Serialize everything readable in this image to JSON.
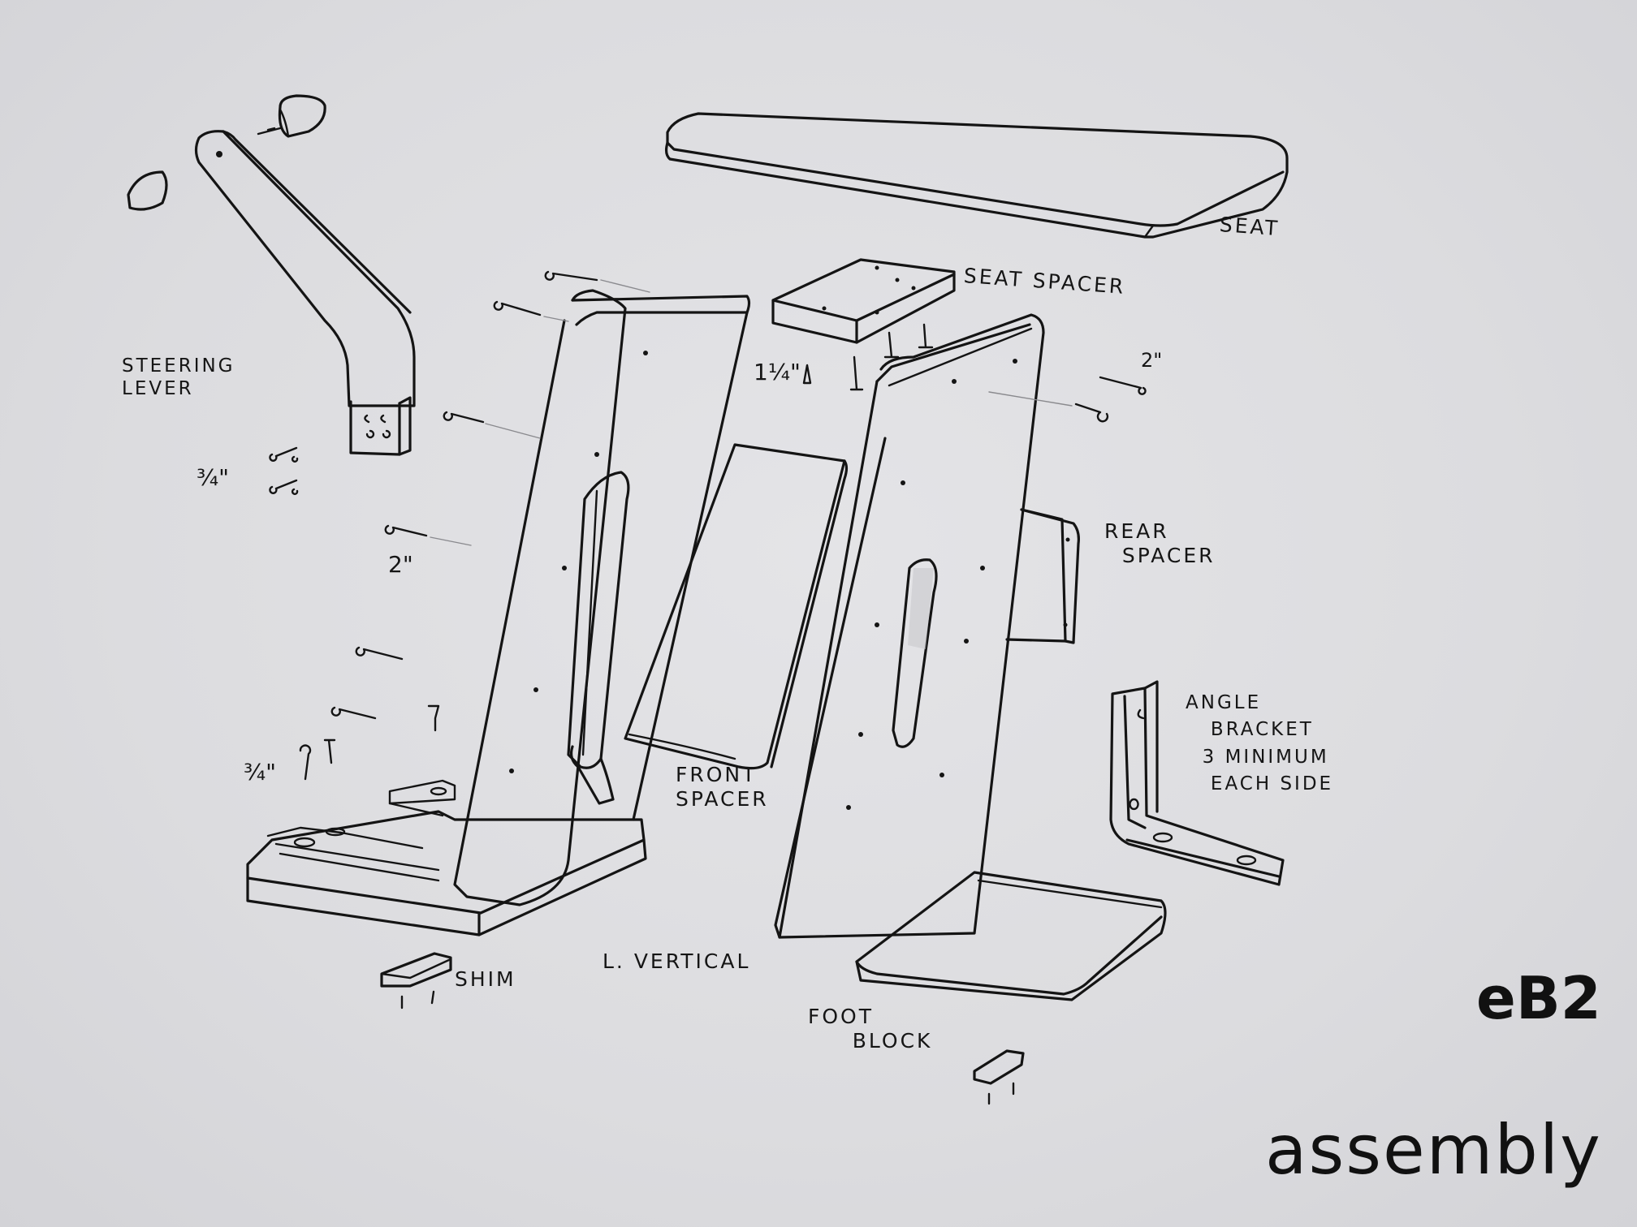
{
  "drawing": {
    "title": "eB2",
    "subtitle": "assembly",
    "ink_color": "#141414",
    "paper_color": "#dcdcdf"
  },
  "labels": {
    "seat": "SEAT",
    "seat_spacer": "SEAT SPACER",
    "steering_lever": "STEERING\nLEVER",
    "rear_spacer": "REAR\n  SPACER",
    "angle_bracket": "ANGLE\n   BRACKET\n  3 MINIMUM\n   EACH SIDE",
    "front_spacer": "FRONT\nSPACER",
    "l_vertical": "L. VERTICAL",
    "shim": "SHIM",
    "foot_block": "FOOT\n     BLOCK"
  },
  "dimensions": {
    "screw_1_1_4": "1¼\"",
    "screw_2_top_right": "2\"",
    "screw_3_4_lever": "¾\"",
    "screw_2_left": "2\"",
    "screw_3_4_bottom": "¾\""
  },
  "parts": [
    "Seat",
    "Seat Spacer",
    "Steering Lever",
    "Rear Spacer",
    "Angle Bracket",
    "Front Spacer",
    "L. Vertical",
    "Shim",
    "Foot Block"
  ]
}
